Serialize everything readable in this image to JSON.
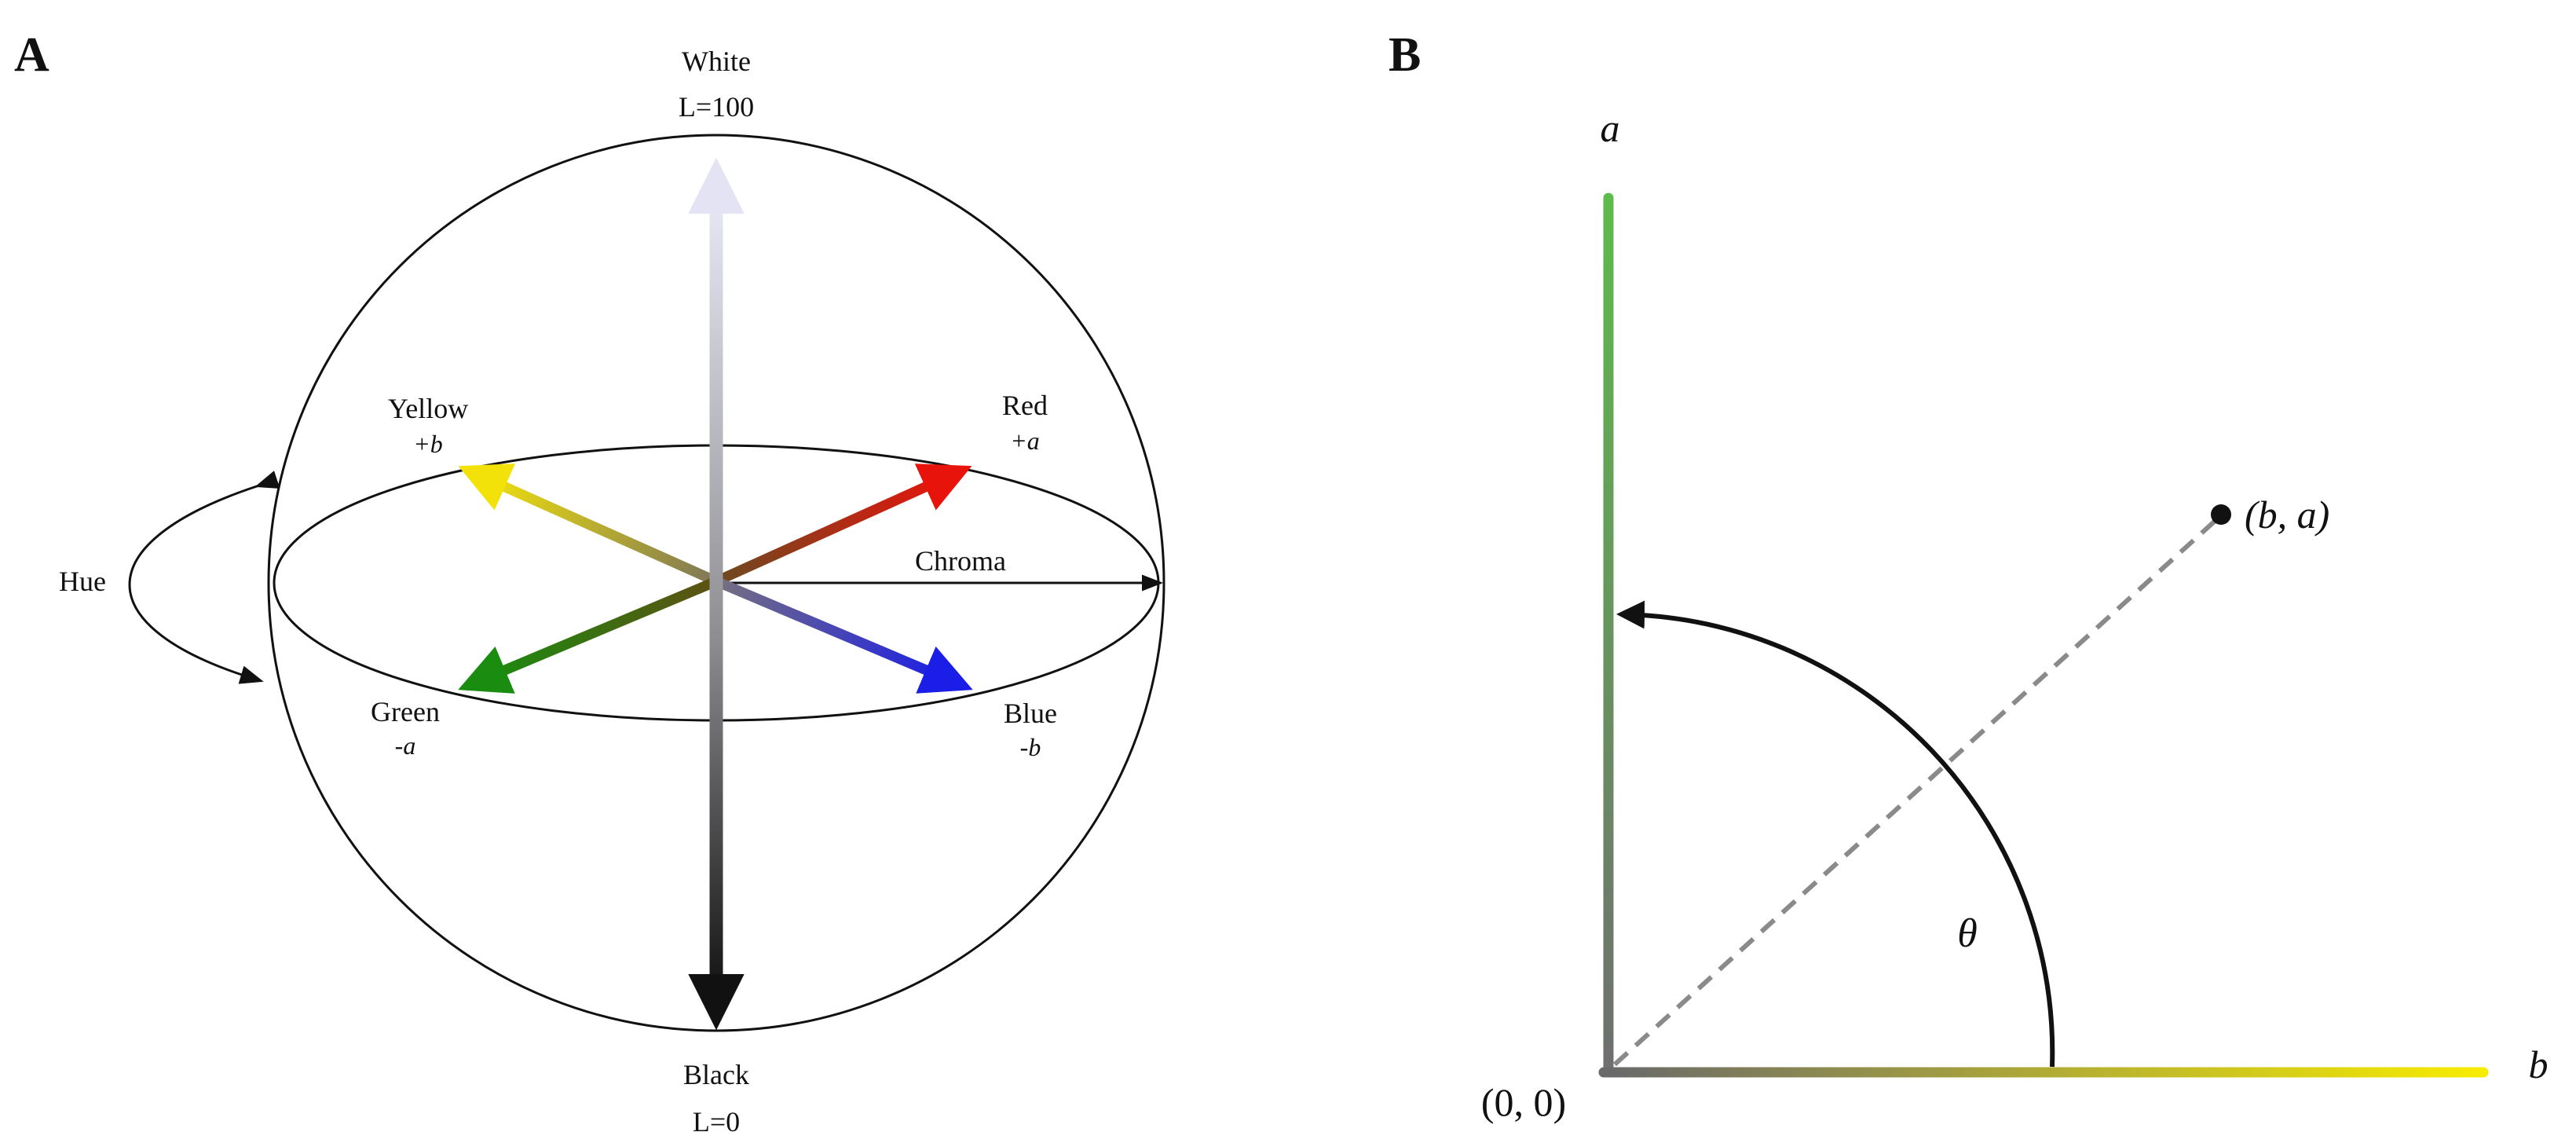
{
  "panel_a": {
    "letter": "A",
    "white_label": "White",
    "white_value": "L=100",
    "black_label": "Black",
    "black_value": "L=0",
    "yellow_label": "Yellow",
    "yellow_axis": "+b",
    "red_label": "Red",
    "red_axis": "+a",
    "green_label": "Green",
    "green_axis": "-a",
    "blue_label": "Blue",
    "blue_axis": "-b",
    "chroma_label": "Chroma",
    "hue_label": "Hue"
  },
  "panel_b": {
    "letter": "B",
    "a_axis_label": "a",
    "b_axis_label": "b",
    "origin_label": "(0, 0)",
    "point_label": "(b, a)",
    "angle_label": "θ"
  },
  "colors": {
    "yellow": "#f2e20a",
    "red": "#e8140c",
    "green": "#1a8c10",
    "blue": "#1b1ee6",
    "center": "#6b5a3a",
    "white_axis": "#e6e6f4",
    "black_axis": "#111111",
    "b_green": "#5db84a",
    "b_gray": "#707070",
    "b_yellow": "#f7ec00",
    "dashed": "#8a8a8a"
  }
}
